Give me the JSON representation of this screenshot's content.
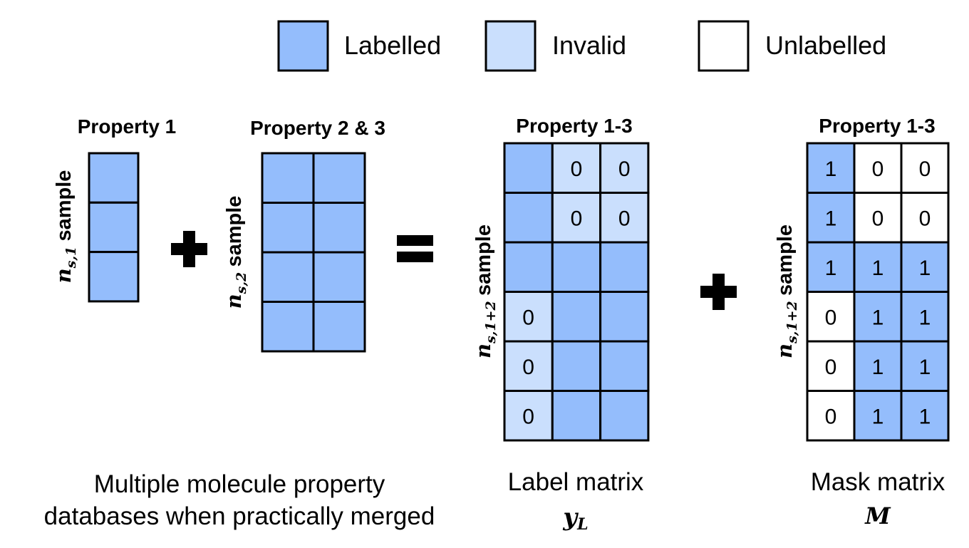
{
  "colors": {
    "labelled": "#94bdfc",
    "invalid": "#cadffd",
    "unlabelled": "#ffffff",
    "stroke": "#000000"
  },
  "legend": [
    {
      "key": "labelled",
      "label": "Labelled"
    },
    {
      "key": "invalid",
      "label": "Invalid"
    },
    {
      "key": "unlabelled",
      "label": "Unlabelled"
    }
  ],
  "databases": {
    "db1": {
      "title": "Property 1",
      "sample_var": "n",
      "sample_sub": "s,1",
      "sample_word": "sample",
      "rows": 3,
      "cols": 1
    },
    "db2": {
      "title": "Property 2 & 3",
      "sample_var": "n",
      "sample_sub": "s,2",
      "sample_word": "sample",
      "rows": 4,
      "cols": 2
    },
    "caption_line1": "Multiple molecule property",
    "caption_line2": "databases when practically merged"
  },
  "operators": {
    "plus": "+",
    "equals": "="
  },
  "label_matrix": {
    "title": "Property 1-3",
    "sample_var": "n",
    "sample_sub": "s,1+2",
    "sample_word": "sample",
    "caption": "Label matrix",
    "symbol": "y",
    "symbol_sub": "L",
    "cells": [
      [
        {
          "fill": "labelled",
          "text": ""
        },
        {
          "fill": "invalid",
          "text": "0"
        },
        {
          "fill": "invalid",
          "text": "0"
        }
      ],
      [
        {
          "fill": "labelled",
          "text": ""
        },
        {
          "fill": "invalid",
          "text": "0"
        },
        {
          "fill": "invalid",
          "text": "0"
        }
      ],
      [
        {
          "fill": "labelled",
          "text": ""
        },
        {
          "fill": "labelled",
          "text": ""
        },
        {
          "fill": "labelled",
          "text": ""
        }
      ],
      [
        {
          "fill": "invalid",
          "text": "0"
        },
        {
          "fill": "labelled",
          "text": ""
        },
        {
          "fill": "labelled",
          "text": ""
        }
      ],
      [
        {
          "fill": "invalid",
          "text": "0"
        },
        {
          "fill": "labelled",
          "text": ""
        },
        {
          "fill": "labelled",
          "text": ""
        }
      ],
      [
        {
          "fill": "invalid",
          "text": "0"
        },
        {
          "fill": "labelled",
          "text": ""
        },
        {
          "fill": "labelled",
          "text": ""
        }
      ]
    ]
  },
  "mask_matrix": {
    "title": "Property 1-3",
    "sample_var": "n",
    "sample_sub": "s,1+2",
    "sample_word": "sample",
    "caption": "Mask matrix",
    "symbol": "M",
    "cells": [
      [
        {
          "fill": "labelled",
          "text": "1"
        },
        {
          "fill": "unlabelled",
          "text": "0"
        },
        {
          "fill": "unlabelled",
          "text": "0"
        }
      ],
      [
        {
          "fill": "labelled",
          "text": "1"
        },
        {
          "fill": "unlabelled",
          "text": "0"
        },
        {
          "fill": "unlabelled",
          "text": "0"
        }
      ],
      [
        {
          "fill": "labelled",
          "text": "1"
        },
        {
          "fill": "labelled",
          "text": "1"
        },
        {
          "fill": "labelled",
          "text": "1"
        }
      ],
      [
        {
          "fill": "unlabelled",
          "text": "0"
        },
        {
          "fill": "labelled",
          "text": "1"
        },
        {
          "fill": "labelled",
          "text": "1"
        }
      ],
      [
        {
          "fill": "unlabelled",
          "text": "0"
        },
        {
          "fill": "labelled",
          "text": "1"
        },
        {
          "fill": "labelled",
          "text": "1"
        }
      ],
      [
        {
          "fill": "unlabelled",
          "text": "0"
        },
        {
          "fill": "labelled",
          "text": "1"
        },
        {
          "fill": "labelled",
          "text": "1"
        }
      ]
    ]
  }
}
